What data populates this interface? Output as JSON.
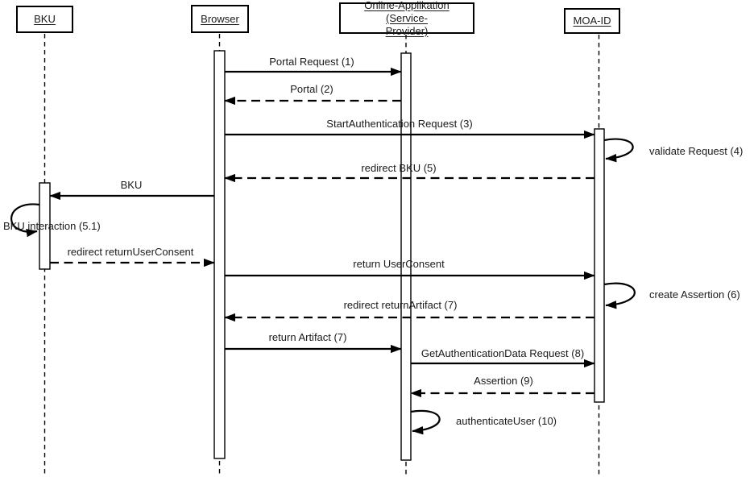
{
  "diagram": {
    "type": "uml-sequence",
    "colors": {
      "line": "#000000",
      "background": "#ffffff",
      "text": "#1a1a1a"
    },
    "actors": [
      {
        "id": "bku",
        "label": "BKU"
      },
      {
        "id": "browser",
        "label": "Browser"
      },
      {
        "id": "online-applikation",
        "label": "Online-Applikation (Service-Provider)",
        "label_lines": [
          "Online-Applikation (Service-",
          "Provider)"
        ]
      },
      {
        "id": "moa-id",
        "label": "MOA-ID"
      }
    ],
    "messages": [
      {
        "label": "Portal Request (1)",
        "from": "Browser",
        "to": "Online-Applikation (Service-Provider)",
        "style": "solid"
      },
      {
        "label": "Portal (2)",
        "from": "Online-Applikation (Service-Provider)",
        "to": "Browser",
        "style": "dashed"
      },
      {
        "label": "StartAuthentication Request (3)",
        "from": "Browser",
        "to": "MOA-ID",
        "style": "solid"
      },
      {
        "label": "validate Request (4)",
        "from": "MOA-ID",
        "to": "MOA-ID",
        "style": "self"
      },
      {
        "label": "redirect BKU (5)",
        "from": "MOA-ID",
        "to": "Browser",
        "style": "dashed"
      },
      {
        "label": "BKU",
        "from": "Browser",
        "to": "BKU",
        "style": "solid"
      },
      {
        "label": "BKU interaction (5.1)",
        "from": "BKU",
        "to": "BKU",
        "style": "self"
      },
      {
        "label": "redirect returnUserConsent",
        "from": "BKU",
        "to": "Browser",
        "style": "dashed"
      },
      {
        "label": "return UserConsent",
        "from": "Browser",
        "to": "MOA-ID",
        "style": "solid"
      },
      {
        "label": "create Assertion (6)",
        "from": "MOA-ID",
        "to": "MOA-ID",
        "style": "self"
      },
      {
        "label": "redirect returnArtifact (7)",
        "from": "MOA-ID",
        "to": "Browser",
        "style": "dashed"
      },
      {
        "label": "return Artifact (7)",
        "from": "Browser",
        "to": "Online-Applikation (Service-Provider)",
        "style": "solid"
      },
      {
        "label": "GetAuthenticationData Request (8)",
        "from": "Online-Applikation (Service-Provider)",
        "to": "MOA-ID",
        "style": "solid"
      },
      {
        "label": "Assertion (9)",
        "from": "MOA-ID",
        "to": "Online-Applikation (Service-Provider)",
        "style": "dashed"
      },
      {
        "label": "authenticateUser (10)",
        "from": "Online-Applikation (Service-Provider)",
        "to": "Online-Applikation (Service-Provider)",
        "style": "self"
      }
    ]
  }
}
